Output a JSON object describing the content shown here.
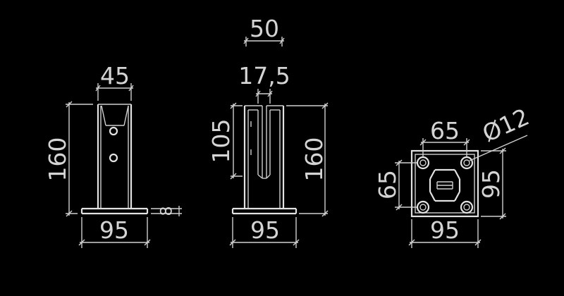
{
  "front_view": {
    "dim_width": "45",
    "dim_height": "160",
    "dim_base": "95",
    "dim_thickness": "8"
  },
  "side_view": {
    "dim_top": "50",
    "dim_slot": "17,5",
    "dim_slot_depth": "105",
    "dim_height": "160",
    "dim_base": "95"
  },
  "top_view": {
    "dim_hole_spacing_x": "65",
    "dim_hole_dia": "Ø12",
    "dim_hole_spacing_y": "65",
    "dim_plate_height": "95",
    "dim_plate_width": "95"
  },
  "colors": {
    "background": "#000000",
    "line": "#cfcfcf"
  }
}
